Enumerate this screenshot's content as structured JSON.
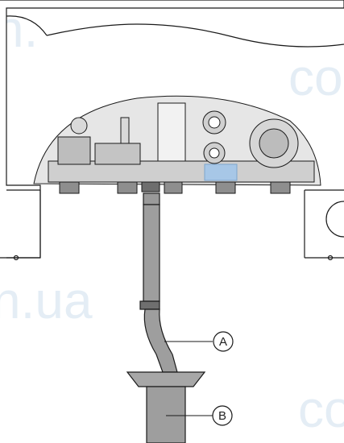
{
  "figure": {
    "description_free": true,
    "callouts": [
      {
        "id": "A",
        "label": "A"
      },
      {
        "id": "B",
        "label": "B"
      }
    ],
    "watermark_fragments": [
      "n.",
      "n.ua",
      "co",
      "co"
    ],
    "colors": {
      "line": "#1a1a1a",
      "fill_light": "#e6e6e6",
      "fill_mid": "#bdbdbd",
      "fill_dark": "#8e8e8e",
      "accent_blue": "#a7c7e7"
    }
  }
}
